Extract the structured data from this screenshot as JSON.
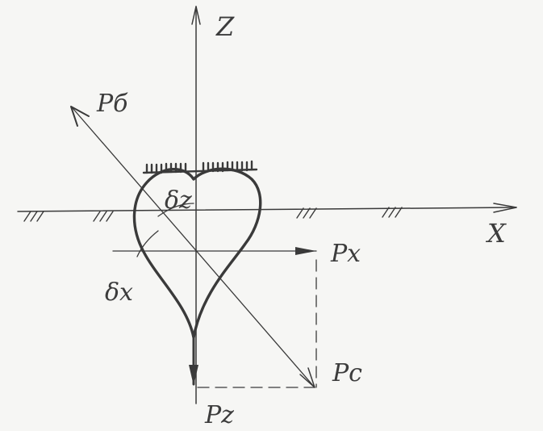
{
  "labels": {
    "z_axis": "Z",
    "x_axis": "X",
    "p_sigma": "Pб",
    "p_x": "Px",
    "p_c": "Pc",
    "p_z": "Pz",
    "delta_z": "δz",
    "delta_x": "δx"
  },
  "colors": {
    "ink": "#3a3a3a",
    "paper": "#f6f6f4"
  }
}
